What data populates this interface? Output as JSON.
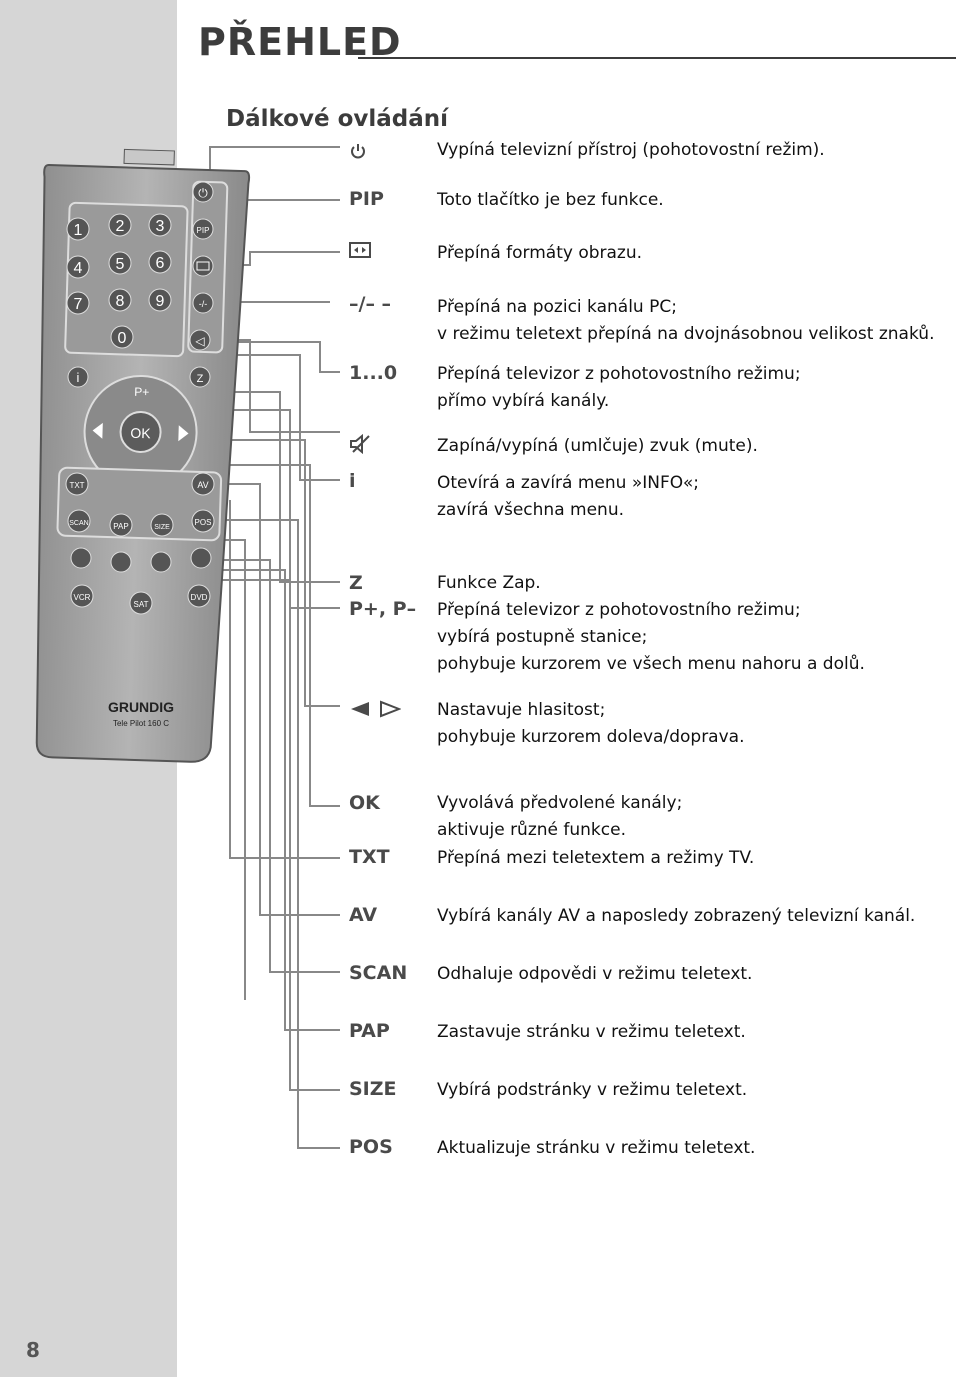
{
  "page": {
    "title": "PŘEHLED",
    "section_title": "Dálkové ovládání",
    "page_number": "8"
  },
  "remote": {
    "brand": "GRUNDIG",
    "model": "Tele Pilot 160 C",
    "digits": [
      "1",
      "2",
      "3",
      "4",
      "5",
      "6",
      "7",
      "8",
      "9",
      "0"
    ],
    "labels": {
      "pip": "PIP",
      "dash": "-/-",
      "info": "i",
      "z": "Z",
      "p_plus": "P+",
      "p_minus": "P–",
      "ok": "OK",
      "txt": "TXT",
      "av": "AV",
      "scan": "SCAN",
      "pap": "PAP",
      "size": "SIZE",
      "pos": "POS",
      "vcr": "VCR",
      "sat": "SAT",
      "dvd": "DVD"
    }
  },
  "entries": [
    {
      "key": "",
      "icon": "power-icon",
      "lines": [
        "Vypíná televizní přístroj (pohotovostní režim)."
      ]
    },
    {
      "key": "PIP",
      "lines": [
        "Toto tlačítko je bez funkce."
      ]
    },
    {
      "key": "",
      "icon": "aspect-ratio-icon",
      "lines": [
        "Přepíná formáty obrazu."
      ]
    },
    {
      "key": "–/– –",
      "lines": [
        "Přepíná na pozici kanálu PC;",
        "v režimu teletext přepíná na dvojnásobnou velikost znaků."
      ]
    },
    {
      "key": "1...0",
      "lines": [
        "Přepíná televizor z pohotovostního režimu;",
        "přímo vybírá kanály."
      ]
    },
    {
      "key": "",
      "icon": "mute-icon",
      "lines": [
        "Zapíná/vypíná (umlčuje) zvuk (mute)."
      ]
    },
    {
      "key": "i",
      "lines": [
        "Otevírá a zavírá menu »INFO«;",
        "zavírá všechna menu."
      ]
    },
    {
      "key": "Z",
      "lines": [
        "Funkce Zap."
      ]
    },
    {
      "key": "P+, P–",
      "lines": [
        "Přepíná televizor z pohotovostního režimu;",
        "vybírá postupně stanice;",
        "pohybuje kurzorem ve všech menu nahoru a dolů."
      ]
    },
    {
      "key": "",
      "icon": "left-right-arrows-icon",
      "lines": [
        "Nastavuje hlasitost;",
        "pohybuje kurzorem doleva/doprava."
      ]
    },
    {
      "key": "OK",
      "lines": [
        "Vyvolává předvolené kanály;",
        "aktivuje různé funkce."
      ]
    },
    {
      "key": "TXT",
      "lines": [
        "Přepíná mezi teletextem a režimy TV."
      ]
    },
    {
      "key": "AV",
      "lines": [
        "Vybírá kanály AV a naposledy zobrazený televizní kanál."
      ]
    },
    {
      "key": "SCAN",
      "lines": [
        "Odhaluje odpovědi v režimu teletext."
      ]
    },
    {
      "key": "PAP",
      "lines": [
        "Zastavuje stránku v režimu teletext."
      ]
    },
    {
      "key": "SIZE",
      "lines": [
        "Vybírá podstránky v režimu teletext."
      ]
    },
    {
      "key": "POS",
      "lines": [
        "Aktualizuje stránku v režimu teletext."
      ]
    }
  ]
}
